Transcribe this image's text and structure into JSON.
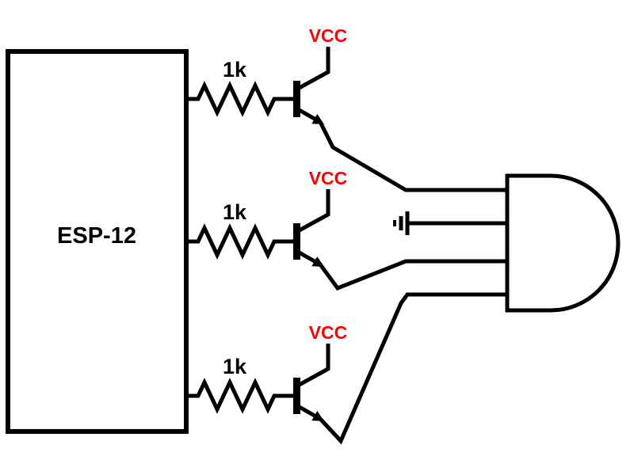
{
  "diagram": {
    "chip": {
      "label": "ESP-12"
    },
    "resistors": [
      {
        "label": "1k"
      },
      {
        "label": "1k"
      },
      {
        "label": "1k"
      }
    ],
    "power": [
      {
        "label": "VCC"
      },
      {
        "label": "VCC"
      },
      {
        "label": "VCC"
      }
    ],
    "colors": {
      "wire": "#000000",
      "power_label": "#ff0000",
      "background": "#ffffff"
    }
  }
}
